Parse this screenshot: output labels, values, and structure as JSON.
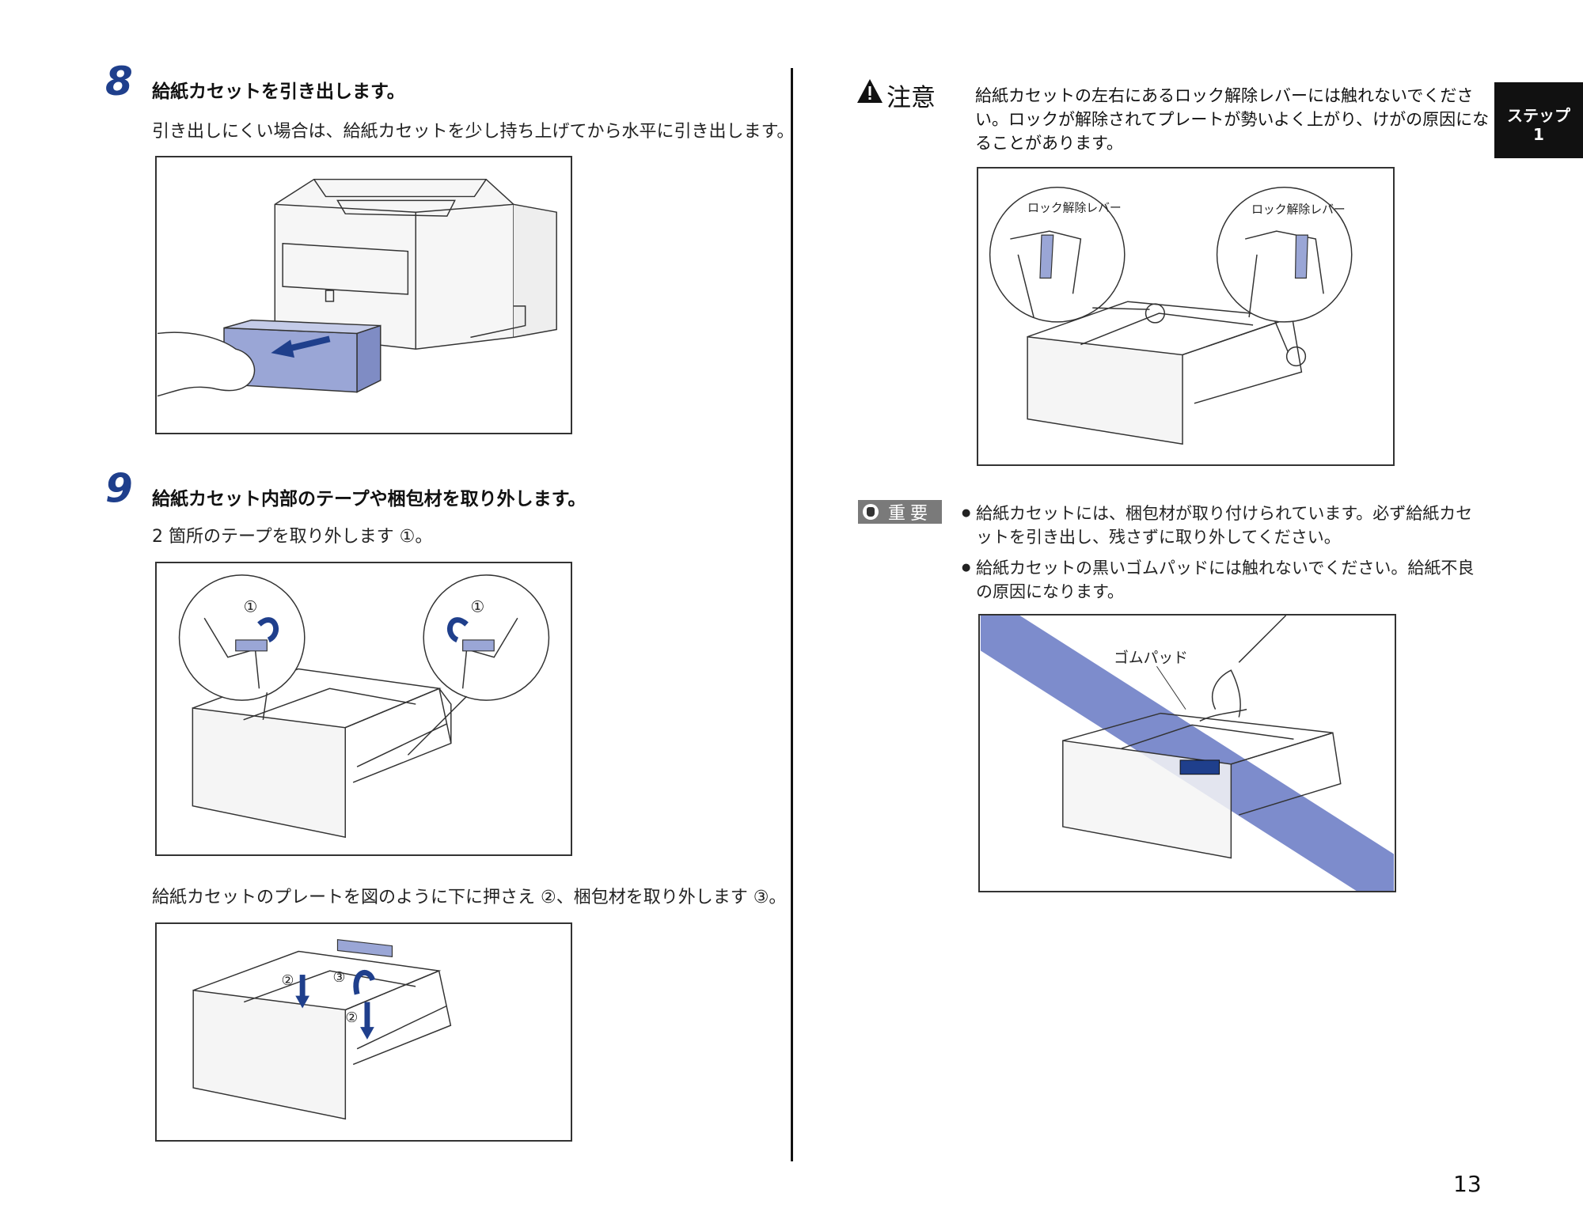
{
  "steps": [
    {
      "number": "8",
      "title": "給紙カセットを引き出します。",
      "text": "引き出しにくい場合は、給紙カセットを少し持ち上げてから水平に引き出します。"
    },
    {
      "number": "9",
      "title": "給紙カセット内部のテープや梱包材を取り外します。",
      "text1": "2 箇所のテープを取り外します ①。",
      "text2": "給紙カセットのプレートを図のように下に押さえ ②、梱包材を取り外します ③。"
    }
  ],
  "caution": {
    "label": "注意",
    "text": "給紙カセットの左右にあるロック解除レバーには触れないでください。ロックが解除されてプレートが勢いよく上がり、けがの原因になることがあります。"
  },
  "important": {
    "label": "重要",
    "items": [
      "給紙カセットには、梱包材が取り付けられています。必ず給紙カセットを引き出し、残さずに取り外してください。",
      "給紙カセットの黒いゴムパッドには触れないでください。給紙不良の原因になります。"
    ]
  },
  "figures": {
    "lock_lever_left": "ロック解除レバー",
    "lock_lever_right": "ロック解除レバー",
    "rubber_pad": "ゴムパッド",
    "callout_1a": "①",
    "callout_1b": "①",
    "callout_2a": "②",
    "callout_2b": "②",
    "callout_3": "③"
  },
  "side_tab": {
    "line1": "ステップ",
    "line2": "1"
  },
  "page_number": "13",
  "colors": {
    "accent_blue": "#1f3f8c",
    "highlight_blue": "#8e9ad0",
    "band_blue": "#6f7fc6"
  }
}
